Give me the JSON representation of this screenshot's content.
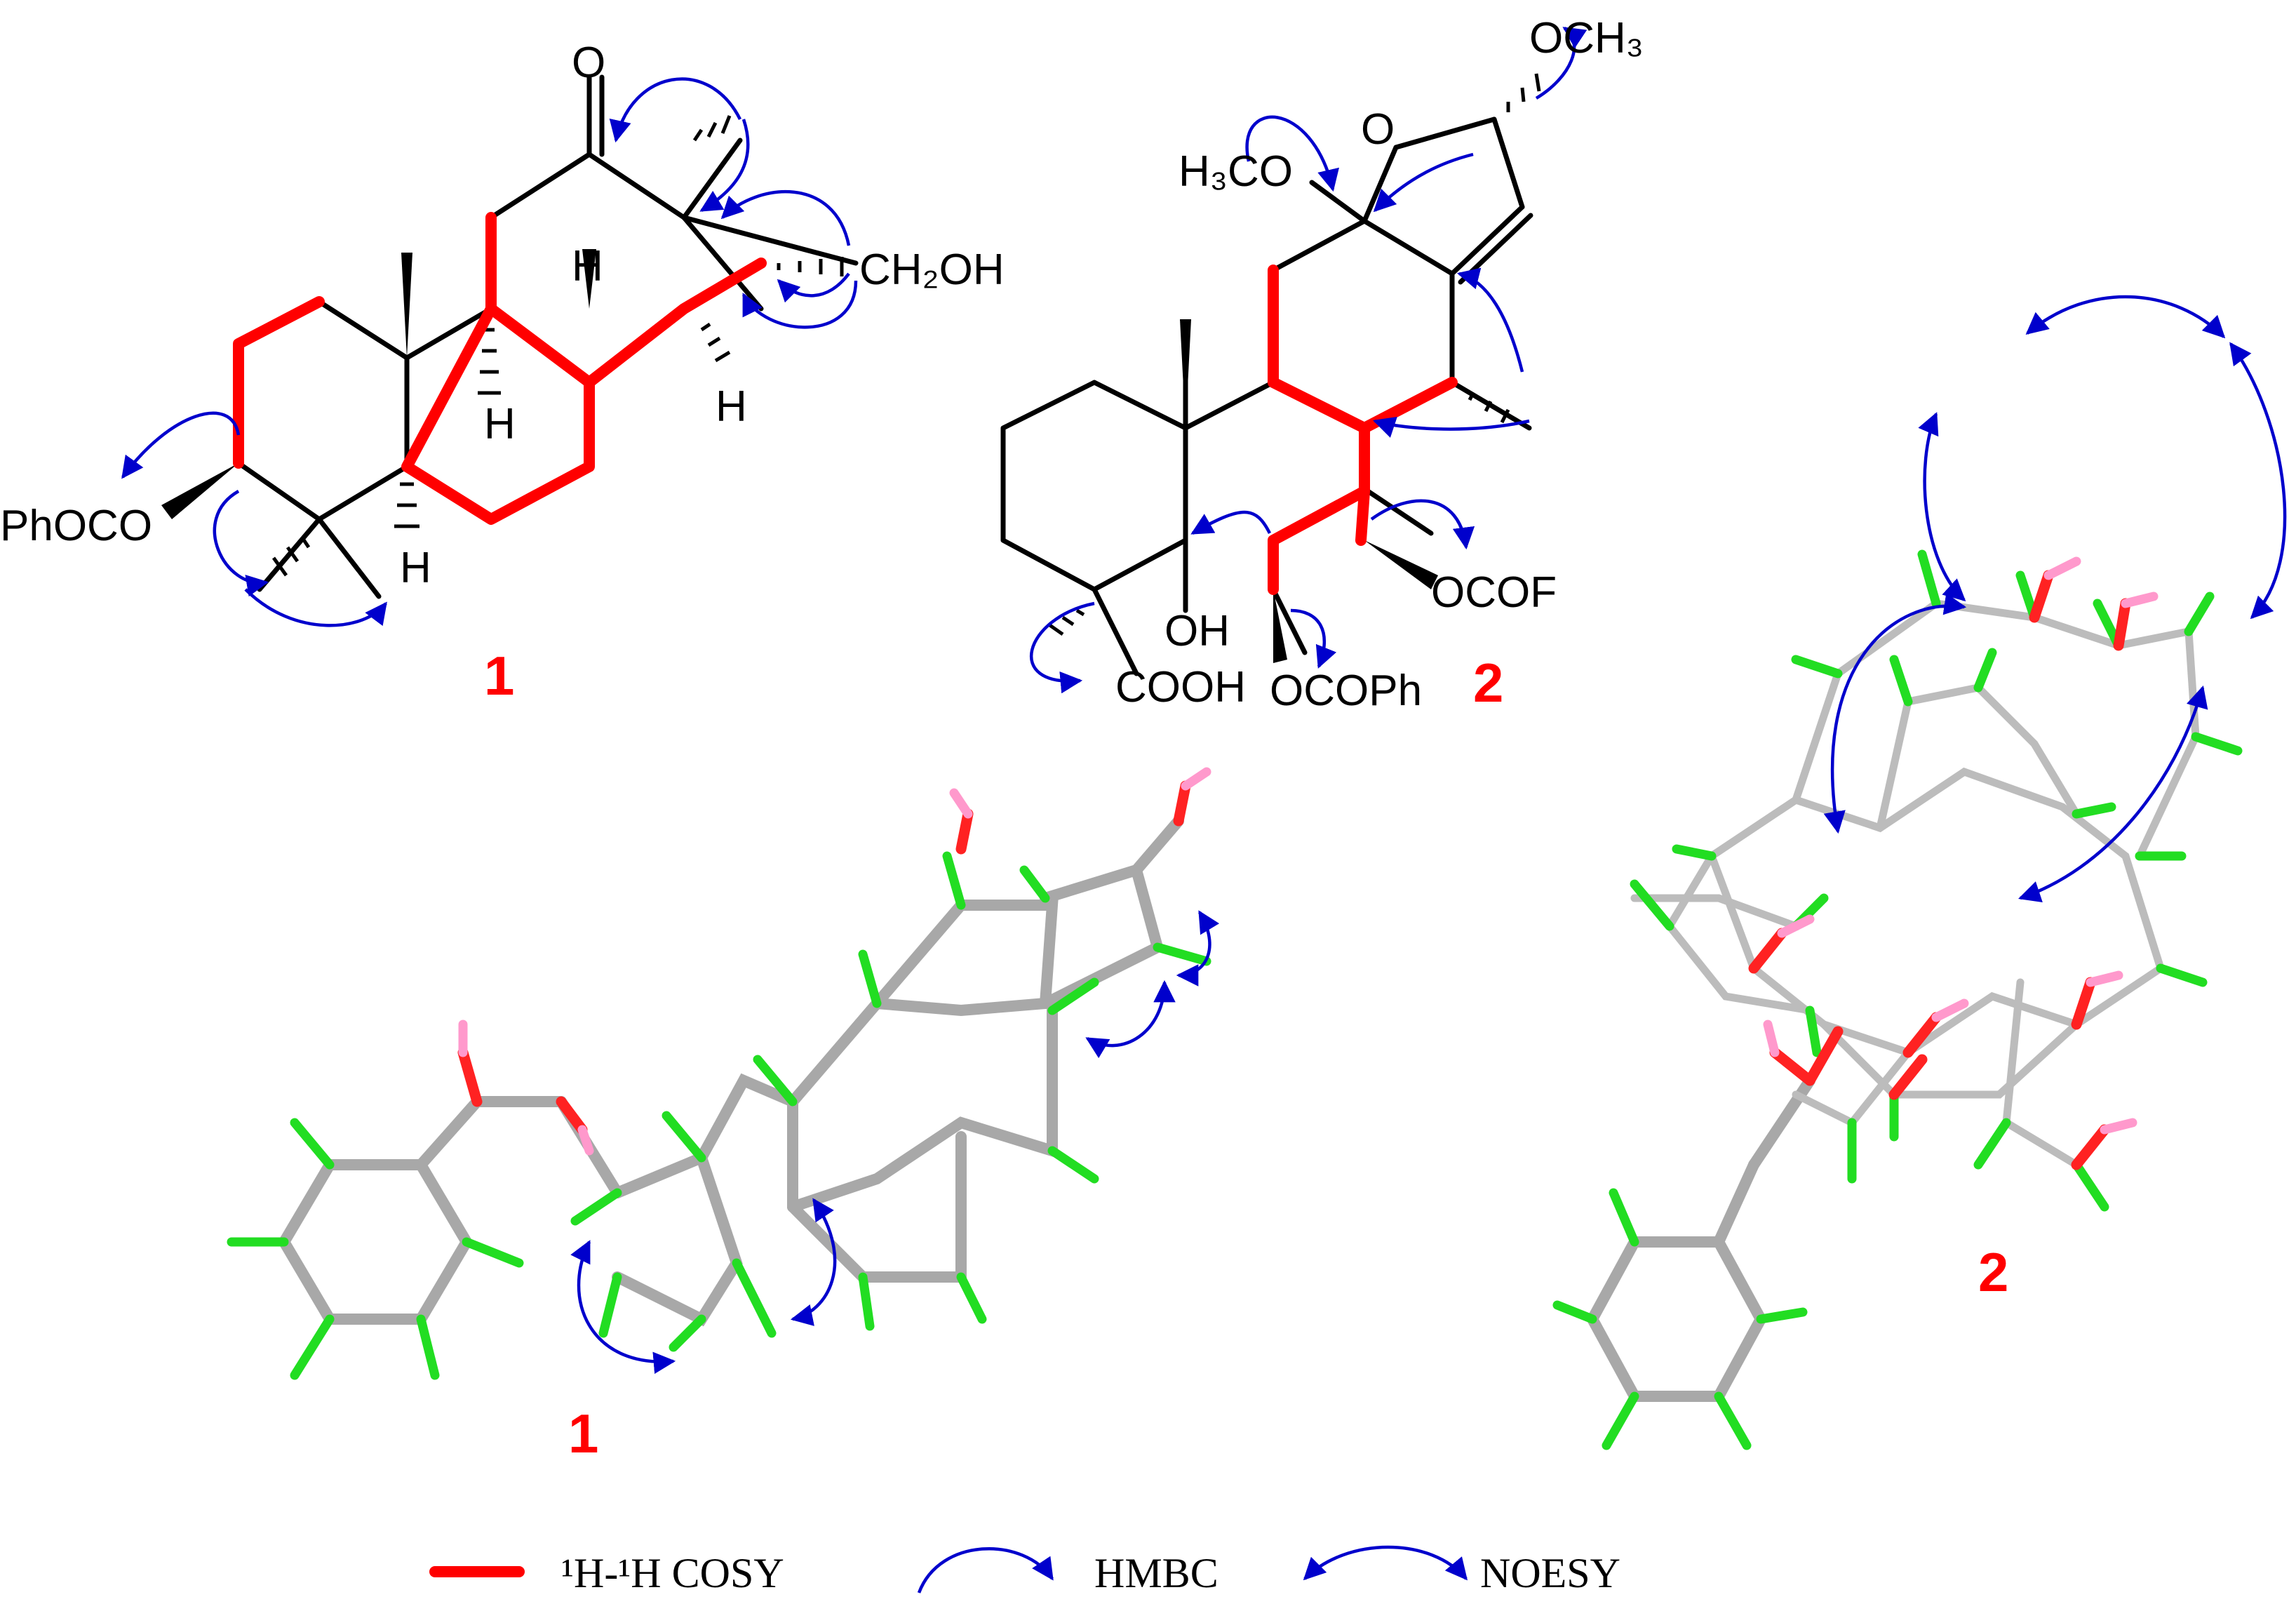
{
  "compound1": {
    "label": "1",
    "atoms": {
      "o": "O",
      "ch2oh": "CH₂OH",
      "h_a": "H",
      "h_b": "H",
      "h_c": "H",
      "h_d": "H",
      "phoco": "PhOCO"
    }
  },
  "compound2": {
    "label": "2",
    "atoms": {
      "och3_top": "OCH₃",
      "o_ring": "O",
      "h3co": "H₃CO",
      "oh": "OH",
      "cooh": "COOH",
      "ocoph": "OCOPh",
      "ocof": "OCOF"
    }
  },
  "models": {
    "label1": "1",
    "label2": "2"
  },
  "legend": {
    "cosy": "¹H-¹H COSY",
    "hmbc": "HMBC",
    "noesy": "NOESY"
  },
  "colors": {
    "cosy": "#ff0000",
    "arrow": "#0000cc",
    "carbon": "#a8a8a8",
    "hydrogen": "#22dd22",
    "oxygen": "#ff2222",
    "hydroxyl_h": "#ff99cc"
  }
}
